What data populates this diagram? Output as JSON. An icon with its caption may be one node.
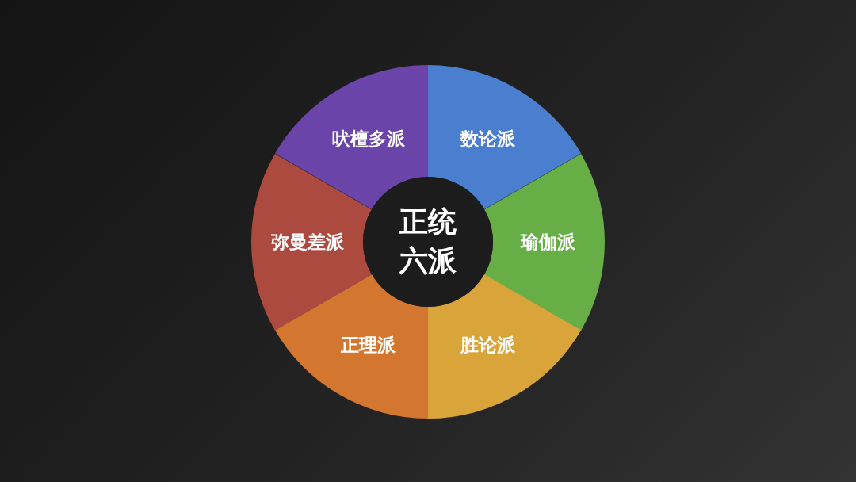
{
  "diagram": {
    "nodes": [
      {
        "text": [
          "正统六派"
        ]
      },
      {
        "text": [
          "数论派"
        ]
      },
      {
        "text": [
          "瑜伽派"
        ]
      },
      {
        "text": [
          "胜论派"
        ]
      },
      {
        "text": [
          "正理派"
        ]
      },
      {
        "text": [
          "弥曼差派"
        ]
      },
      {
        "text": [
          "吠檀多派"
        ]
      }
    ]
  }
}
